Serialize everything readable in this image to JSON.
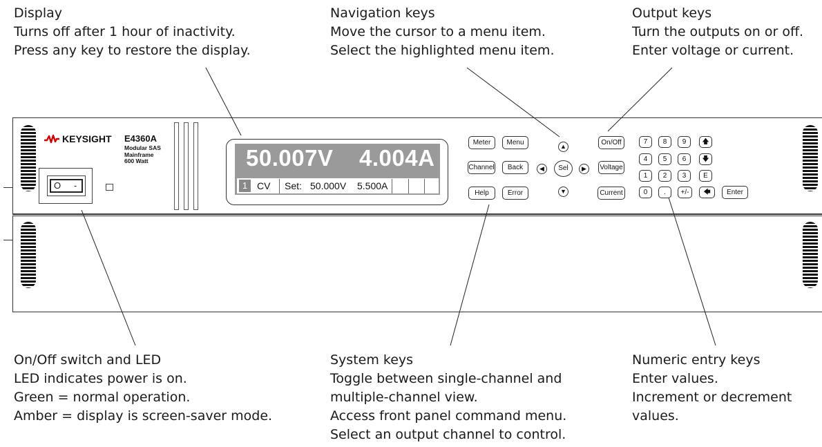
{
  "callouts": {
    "display": {
      "title": "Display",
      "lines": [
        "Turns off after 1 hour of inactivity.",
        "Press any key to restore the display."
      ]
    },
    "navigation": {
      "title": "Navigation keys",
      "lines": [
        "Move the cursor to a menu item.",
        "Select the highlighted menu item."
      ]
    },
    "output": {
      "title": "Output keys",
      "lines": [
        "Turn the outputs on or off.",
        "Enter voltage or current."
      ]
    },
    "switch": {
      "title": "On/Off switch and LED",
      "lines": [
        "LED indicates power is on.",
        "Green = normal operation.",
        "Amber = display is screen-saver mode."
      ]
    },
    "system": {
      "title": "System keys",
      "lines": [
        "Toggle between single-channel and",
        "multiple-channel view.",
        "Access front panel command menu.",
        "Select an output channel to control."
      ]
    },
    "numeric": {
      "title": "Numeric entry keys",
      "lines": [
        "Enter values.",
        "Increment or decrement",
        "values."
      ]
    }
  },
  "instrument": {
    "brand": "KEYSIGHT",
    "model": "E4360A",
    "model_desc": [
      "Modular SAS",
      "Mainframe",
      "600 Watt"
    ],
    "switch_labels": {
      "off": "O",
      "on": "-"
    },
    "accent_color": "#cc0000"
  },
  "display": {
    "voltage": "50.007V",
    "current": "4.004A",
    "channel": "1",
    "mode": "CV",
    "set_label": "Set:",
    "set_voltage": "50.000V",
    "set_current": "5.500A"
  },
  "system_keys": {
    "meter": "Meter",
    "menu": "Menu",
    "channel": "Channel",
    "back": "Back",
    "help": "Help",
    "error": "Error"
  },
  "navigation_keys": {
    "up": "up-arrow-icon",
    "down": "down-arrow-icon",
    "left": "left-arrow-icon",
    "right": "right-arrow-icon",
    "select": "Sel"
  },
  "output_keys": {
    "onoff": "On/Off",
    "voltage": "Voltage",
    "current": "Current"
  },
  "numeric_keys": {
    "k7": "7",
    "k8": "8",
    "k9": "9",
    "k4": "4",
    "k5": "5",
    "k6": "6",
    "k1": "1",
    "k2": "2",
    "k3": "3",
    "ke": "E",
    "k0": "0",
    "kdot": ".",
    "kpm": "+/-",
    "increment": "increment-arrow-icon",
    "decrement": "decrement-arrow-icon",
    "backspace": "backspace-arrow-icon",
    "enter": "Enter"
  }
}
